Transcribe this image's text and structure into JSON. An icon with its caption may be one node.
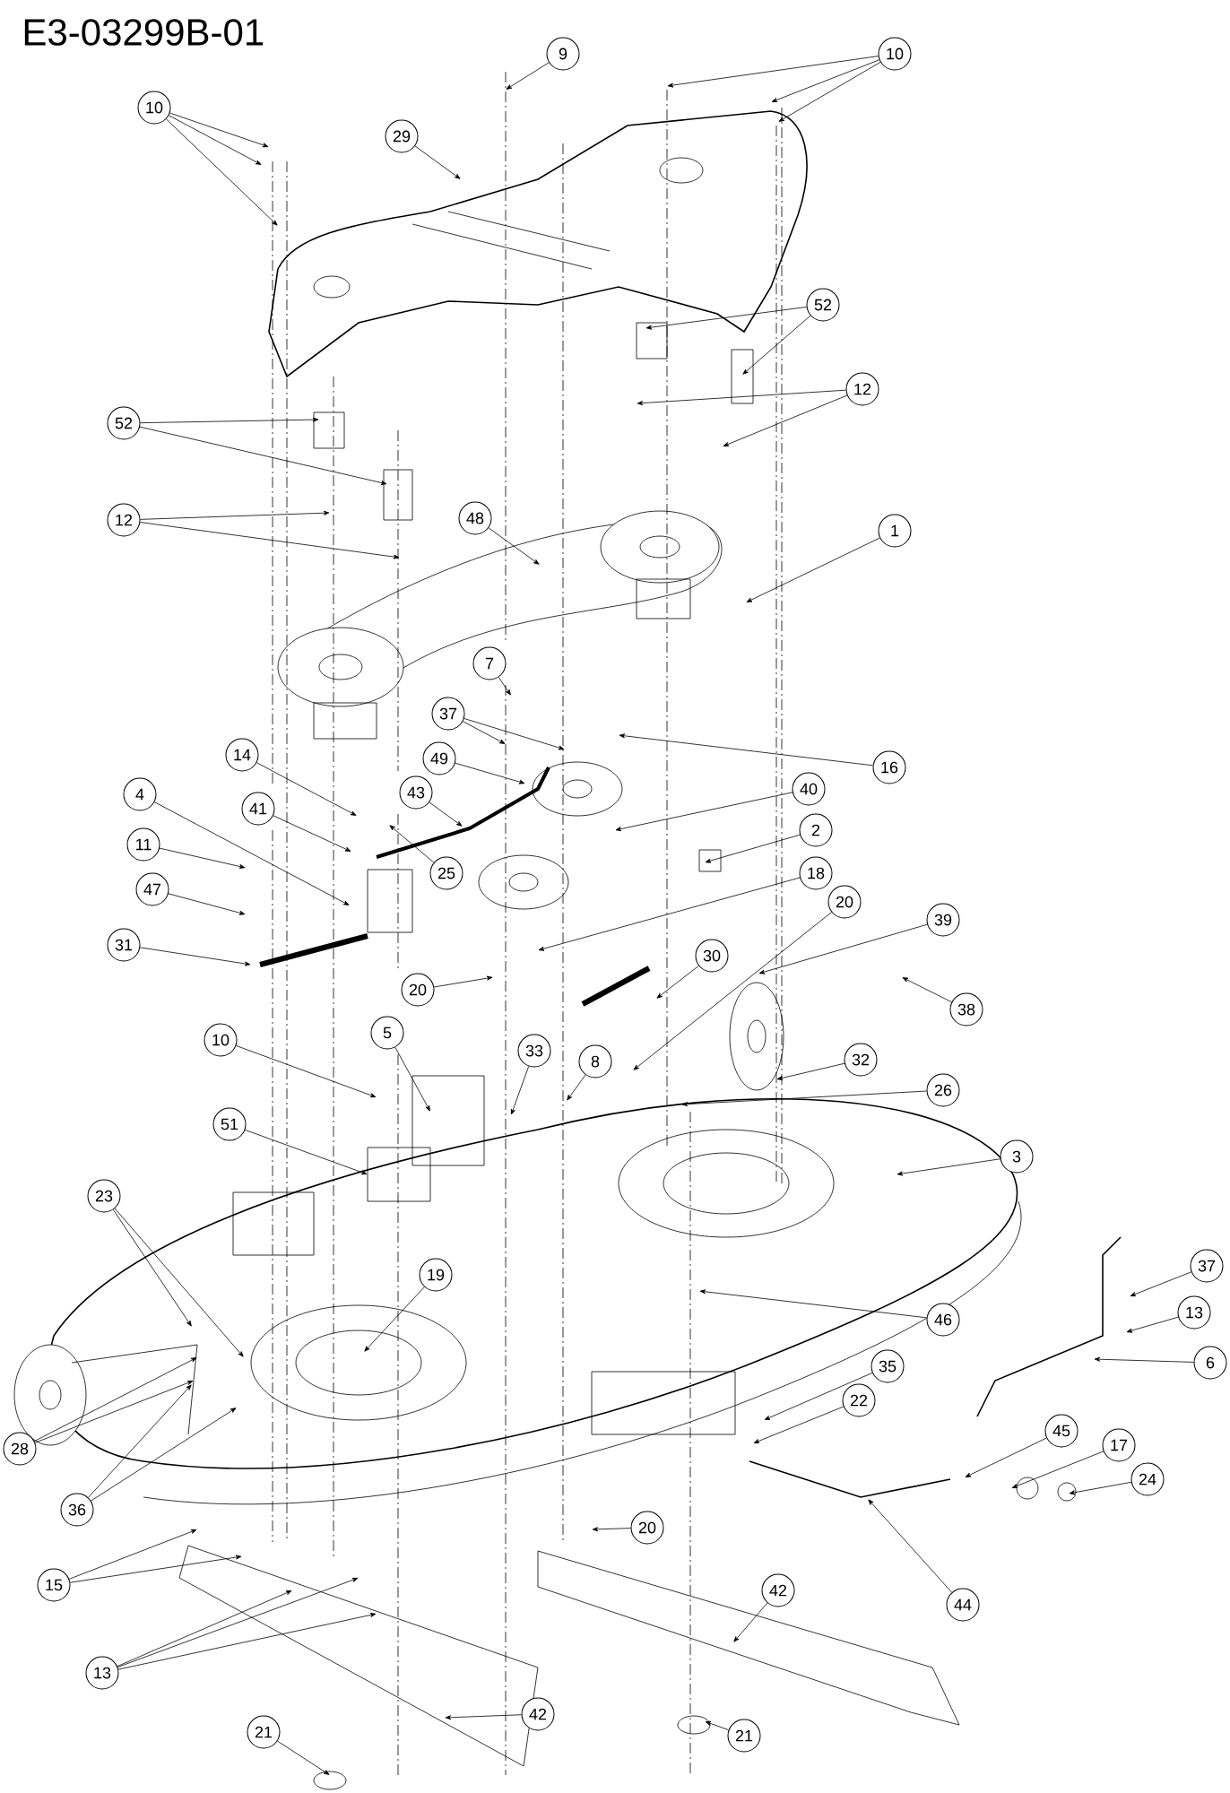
{
  "diagram": {
    "title": "E3-03299B-01",
    "nodes": [
      {
        "text": [
          "9"
        ]
      },
      {
        "text": [
          "10"
        ]
      },
      {
        "text": [
          "10"
        ]
      },
      {
        "text": [
          "29"
        ]
      },
      {
        "text": [
          "52"
        ]
      },
      {
        "text": [
          "12"
        ]
      },
      {
        "text": [
          "52"
        ]
      },
      {
        "text": [
          "12"
        ]
      },
      {
        "text": [
          "48"
        ]
      },
      {
        "text": [
          "1"
        ]
      },
      {
        "text": [
          "7"
        ]
      },
      {
        "text": [
          "37"
        ]
      },
      {
        "text": [
          "49"
        ]
      },
      {
        "text": [
          "14"
        ]
      },
      {
        "text": [
          "43"
        ]
      },
      {
        "text": [
          "4"
        ]
      },
      {
        "text": [
          "41"
        ]
      },
      {
        "text": [
          "11"
        ]
      },
      {
        "text": [
          "25"
        ]
      },
      {
        "text": [
          "47"
        ]
      },
      {
        "text": [
          "31"
        ]
      },
      {
        "text": [
          "16"
        ]
      },
      {
        "text": [
          "40"
        ]
      },
      {
        "text": [
          "2"
        ]
      },
      {
        "text": [
          "18"
        ]
      },
      {
        "text": [
          "20"
        ]
      },
      {
        "text": [
          "39"
        ]
      },
      {
        "text": [
          "38"
        ]
      },
      {
        "text": [
          "30"
        ]
      },
      {
        "text": [
          "20"
        ]
      },
      {
        "text": [
          "10"
        ]
      },
      {
        "text": [
          "5"
        ]
      },
      {
        "text": [
          "33"
        ]
      },
      {
        "text": [
          "8"
        ]
      },
      {
        "text": [
          "32"
        ]
      },
      {
        "text": [
          "26"
        ]
      },
      {
        "text": [
          "3"
        ]
      },
      {
        "text": [
          "51"
        ]
      },
      {
        "text": [
          "23"
        ]
      },
      {
        "text": [
          "19"
        ]
      },
      {
        "text": [
          "28"
        ]
      },
      {
        "text": [
          "36"
        ]
      },
      {
        "text": [
          "46"
        ]
      },
      {
        "text": [
          "37"
        ]
      },
      {
        "text": [
          "13"
        ]
      },
      {
        "text": [
          "6"
        ]
      },
      {
        "text": [
          "35"
        ]
      },
      {
        "text": [
          "22"
        ]
      },
      {
        "text": [
          "45"
        ]
      },
      {
        "text": [
          "17"
        ]
      },
      {
        "text": [
          "24"
        ]
      },
      {
        "text": [
          "20"
        ]
      },
      {
        "text": [
          "15"
        ]
      },
      {
        "text": [
          "44"
        ]
      },
      {
        "text": [
          "13"
        ]
      },
      {
        "text": [
          "42"
        ]
      },
      {
        "text": [
          "42"
        ]
      },
      {
        "text": [
          "21"
        ]
      },
      {
        "text": [
          "21"
        ]
      }
    ],
    "edges": [
      {
        "from": 0,
        "to": null,
        "arrow": "to"
      },
      {
        "from": 1,
        "to": null,
        "arrow": "to"
      },
      {
        "from": 1,
        "to": null,
        "arrow": "to"
      },
      {
        "from": 1,
        "to": null,
        "arrow": "to"
      },
      {
        "from": 2,
        "to": null,
        "arrow": "to"
      },
      {
        "from": 2,
        "to": null,
        "arrow": "to"
      },
      {
        "from": 2,
        "to": null,
        "arrow": "to"
      },
      {
        "from": 3,
        "to": null,
        "arrow": "to"
      },
      {
        "from": 4,
        "to": null,
        "arrow": "to"
      },
      {
        "from": 4,
        "to": null,
        "arrow": "to"
      },
      {
        "from": 5,
        "to": null,
        "arrow": "to"
      },
      {
        "from": 5,
        "to": null,
        "arrow": "to"
      },
      {
        "from": 6,
        "to": null,
        "arrow": "to"
      },
      {
        "from": 6,
        "to": null,
        "arrow": "to"
      },
      {
        "from": 7,
        "to": null,
        "arrow": "to"
      },
      {
        "from": 7,
        "to": null,
        "arrow": "to"
      },
      {
        "from": 8,
        "to": null,
        "arrow": "to"
      },
      {
        "from": 9,
        "to": null,
        "arrow": "to"
      },
      {
        "from": 10,
        "to": null,
        "arrow": "to"
      },
      {
        "from": 11,
        "to": null,
        "arrow": "to"
      },
      {
        "from": 11,
        "to": null,
        "arrow": "to"
      },
      {
        "from": 12,
        "to": null,
        "arrow": "to"
      },
      {
        "from": 13,
        "to": null,
        "arrow": "to"
      },
      {
        "from": 14,
        "to": null,
        "arrow": "to"
      },
      {
        "from": 15,
        "to": null,
        "arrow": "to"
      },
      {
        "from": 16,
        "to": null,
        "arrow": "to"
      },
      {
        "from": 17,
        "to": null,
        "arrow": "to"
      },
      {
        "from": 18,
        "to": null,
        "arrow": "to"
      },
      {
        "from": 19,
        "to": null,
        "arrow": "to"
      },
      {
        "from": 20,
        "to": null,
        "arrow": "to"
      },
      {
        "from": 21,
        "to": null,
        "arrow": "to"
      },
      {
        "from": 22,
        "to": null,
        "arrow": "to"
      },
      {
        "from": 23,
        "to": null,
        "arrow": "to"
      },
      {
        "from": 24,
        "to": null,
        "arrow": "to"
      },
      {
        "from": 25,
        "to": null,
        "arrow": "to"
      },
      {
        "from": 26,
        "to": null,
        "arrow": "to"
      },
      {
        "from": 27,
        "to": null,
        "arrow": "to"
      },
      {
        "from": 28,
        "to": null,
        "arrow": "to"
      },
      {
        "from": 29,
        "to": null,
        "arrow": "to"
      },
      {
        "from": 30,
        "to": null,
        "arrow": "to"
      },
      {
        "from": 31,
        "to": null,
        "arrow": "to"
      },
      {
        "from": 32,
        "to": null,
        "arrow": "to"
      },
      {
        "from": 33,
        "to": null,
        "arrow": "to"
      },
      {
        "from": 34,
        "to": null,
        "arrow": "to"
      },
      {
        "from": 35,
        "to": null,
        "arrow": "to"
      },
      {
        "from": 36,
        "to": null,
        "arrow": "to"
      },
      {
        "from": 37,
        "to": null,
        "arrow": "to"
      },
      {
        "from": 38,
        "to": null,
        "arrow": "to"
      },
      {
        "from": 38,
        "to": null,
        "arrow": "to"
      },
      {
        "from": 39,
        "to": null,
        "arrow": "to"
      },
      {
        "from": 40,
        "to": null,
        "arrow": "to"
      },
      {
        "from": 40,
        "to": null,
        "arrow": "to"
      },
      {
        "from": 41,
        "to": null,
        "arrow": "to"
      },
      {
        "from": 41,
        "to": null,
        "arrow": "to"
      },
      {
        "from": 42,
        "to": null,
        "arrow": "to"
      },
      {
        "from": 43,
        "to": null,
        "arrow": "to"
      },
      {
        "from": 44,
        "to": null,
        "arrow": "to"
      },
      {
        "from": 45,
        "to": null,
        "arrow": "to"
      },
      {
        "from": 46,
        "to": null,
        "arrow": "to"
      },
      {
        "from": 47,
        "to": null,
        "arrow": "to"
      },
      {
        "from": 48,
        "to": null,
        "arrow": "to"
      },
      {
        "from": 49,
        "to": null,
        "arrow": "to"
      },
      {
        "from": 50,
        "to": null,
        "arrow": "to"
      },
      {
        "from": 51,
        "to": null,
        "arrow": "to"
      },
      {
        "from": 52,
        "to": null,
        "arrow": "to"
      },
      {
        "from": 52,
        "to": null,
        "arrow": "to"
      },
      {
        "from": 53,
        "to": null,
        "arrow": "to"
      },
      {
        "from": 54,
        "to": null,
        "arrow": "to"
      },
      {
        "from": 54,
        "to": null,
        "arrow": "to"
      },
      {
        "from": 54,
        "to": null,
        "arrow": "to"
      },
      {
        "from": 55,
        "to": null,
        "arrow": "to"
      },
      {
        "from": 56,
        "to": null,
        "arrow": "to"
      },
      {
        "from": 57,
        "to": null,
        "arrow": "to"
      },
      {
        "from": 58,
        "to": null,
        "arrow": "to"
      }
    ]
  }
}
